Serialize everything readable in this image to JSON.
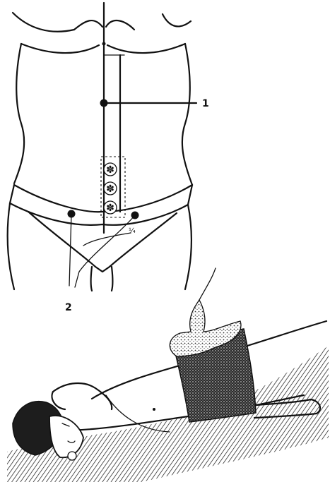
{
  "figure": {
    "top_panel": {
      "labels": [
        {
          "id": "point-1",
          "text": "1"
        },
        {
          "id": "point-2",
          "text": "2"
        }
      ],
      "marker_glyphs": [
        "✽",
        "✽",
        "✽"
      ]
    },
    "bottom_panel": {}
  },
  "colors": {
    "ink": "#111111",
    "paper": "#ffffff"
  }
}
